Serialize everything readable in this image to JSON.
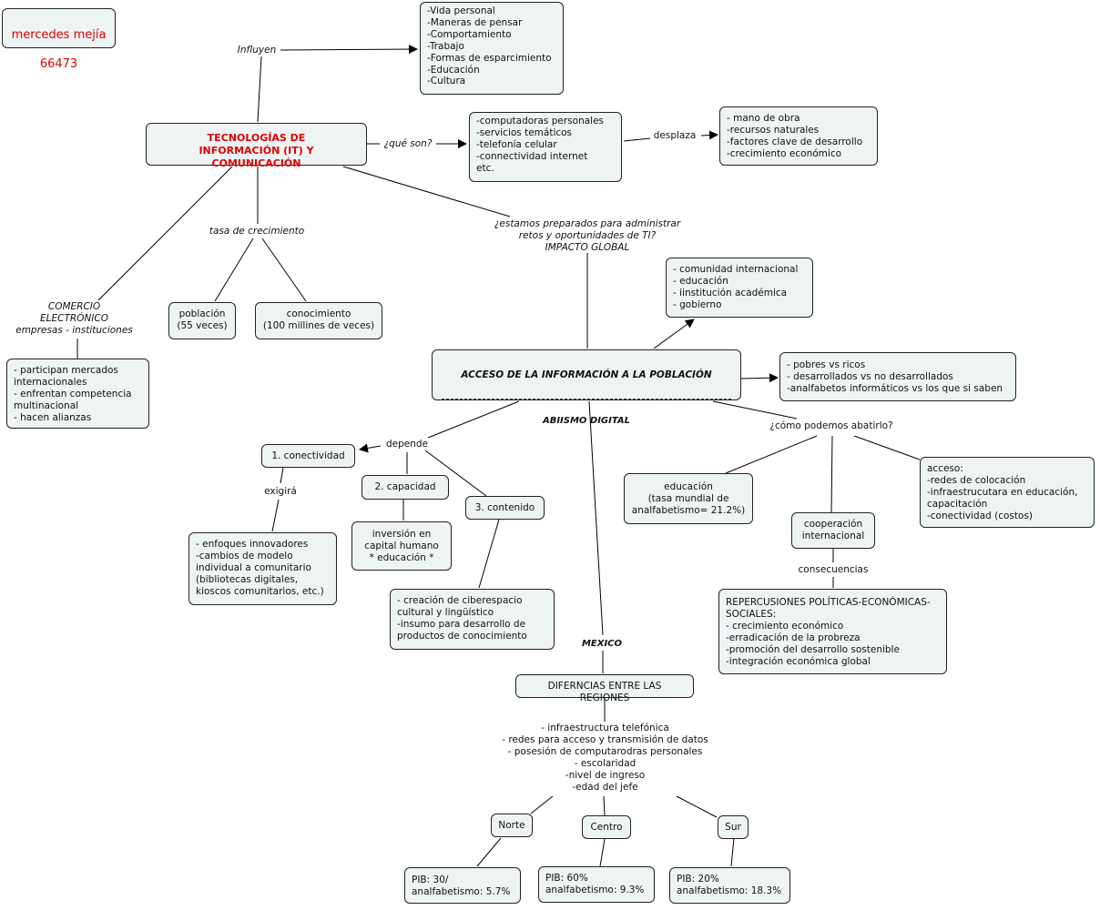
{
  "author": {
    "name": "mercedes mejía",
    "id": "66473"
  },
  "central": {
    "title": "TECNOLOGÍAS DE\nINFORMACIÓN (IT) Y COMUNICACIÓN"
  },
  "influyen": {
    "label": "Influyen",
    "items": "-Vida personal\n-Maneras de pensar\n-Comportamiento\n-Trabajo\n-Formas de esparcimiento\n-Educación\n-Cultura"
  },
  "que_son": {
    "label": "¿qué son?",
    "items": "-computadoras personales\n-servicios temáticos\n-telefonía celular\n-connectividad internet\n   etc."
  },
  "desplaza": {
    "label": "desplaza",
    "items": "- mano de obra\n-recursos naturales\n-factores clave de desarrollo\n-crecimiento económico"
  },
  "tasa": {
    "label": "tasa de crecimiento",
    "poblacion": "población\n(55 veces)",
    "conocimiento": "conocimiento\n(100 millines de veces)"
  },
  "comercio": {
    "label": "COMERCIO\nELECTRÓNICO\nempresas - instituciones",
    "items": "- participan mercados\n   internacionales\n- enfrentan competencia\n   multinacional\n- hacen alianzas"
  },
  "pregunta": {
    "label": "¿estamos preparados para administrar\nretos y oportunidades de TI?\nIMPACTO GLOBAL"
  },
  "comunidad": {
    "items": "- comunidad internacional\n- educación\n- iinstitución académica\n- gobierno"
  },
  "acceso": {
    "top": "ACCESO DE LA INFORMACIÓN A LA POBLACIÓN",
    "bottom": "ABIISMO DIGITAL"
  },
  "pobres": {
    "items": "- pobres vs ricos\n- desarrollados vs no desarrollados\n-analfabetos informáticos vs los que si saben"
  },
  "depende": {
    "label": "depende",
    "conectividad": "1. conectividad",
    "exigira": "exigirá",
    "enfoques": "- enfoques innovadores\n-cambios de modelo\nindividual a comunitario\n  (bibliotecas digitales,\n   kioscos comunitarios, etc.)",
    "capacidad": "2. capacidad",
    "inversion": "inversión en\ncapital humano\n* educación *",
    "contenido": "3. contenido",
    "creacion": "- creación de ciberespacio\n  cultural y lingüístico\n-insumo para desarrollo de\nproductos de conocimiento"
  },
  "abatirlo": {
    "label": "¿cómo podemos abatirlo?",
    "educacion": "educación\n(tasa mundial de\nanalfabetismo= 21.2%)",
    "cooperacion": "cooperación\ninternacional",
    "acceso": "acceso:\n-redes de colocación\n-infraestrucutara en educación,\n  capacitación\n-conectividad (costos)",
    "consecuencias": "consecuencias",
    "repercusiones": "REPERCUSIONES POLÍTICAS-ECONÓMICAS-\nSOCIALES:\n- crecimiento económico\n-erradicación de la probreza\n-promoción del desarrollo sostenible\n-integración económica global"
  },
  "mexico": {
    "label": "MEXICO",
    "diferencias": "DIFERNCIAS ENTRE LAS REGIONES",
    "factores": "- infraestructura telefónica\n- redes para acceso y transmisión de datos\n- posesión de computarodras personales\n- escolaridad\n-nivel de ingreso\n-edad del jefe",
    "norte": "Norte",
    "centro": "Centro",
    "sur": "Sur",
    "norte_pib": "PIB: 30/\nanalfabetismo: 5.7%",
    "centro_pib": "PIB: 60%\nanalfabetismo: 9.3%",
    "sur_pib": "PIB: 20%\nanalfabetismo: 18.3%"
  }
}
